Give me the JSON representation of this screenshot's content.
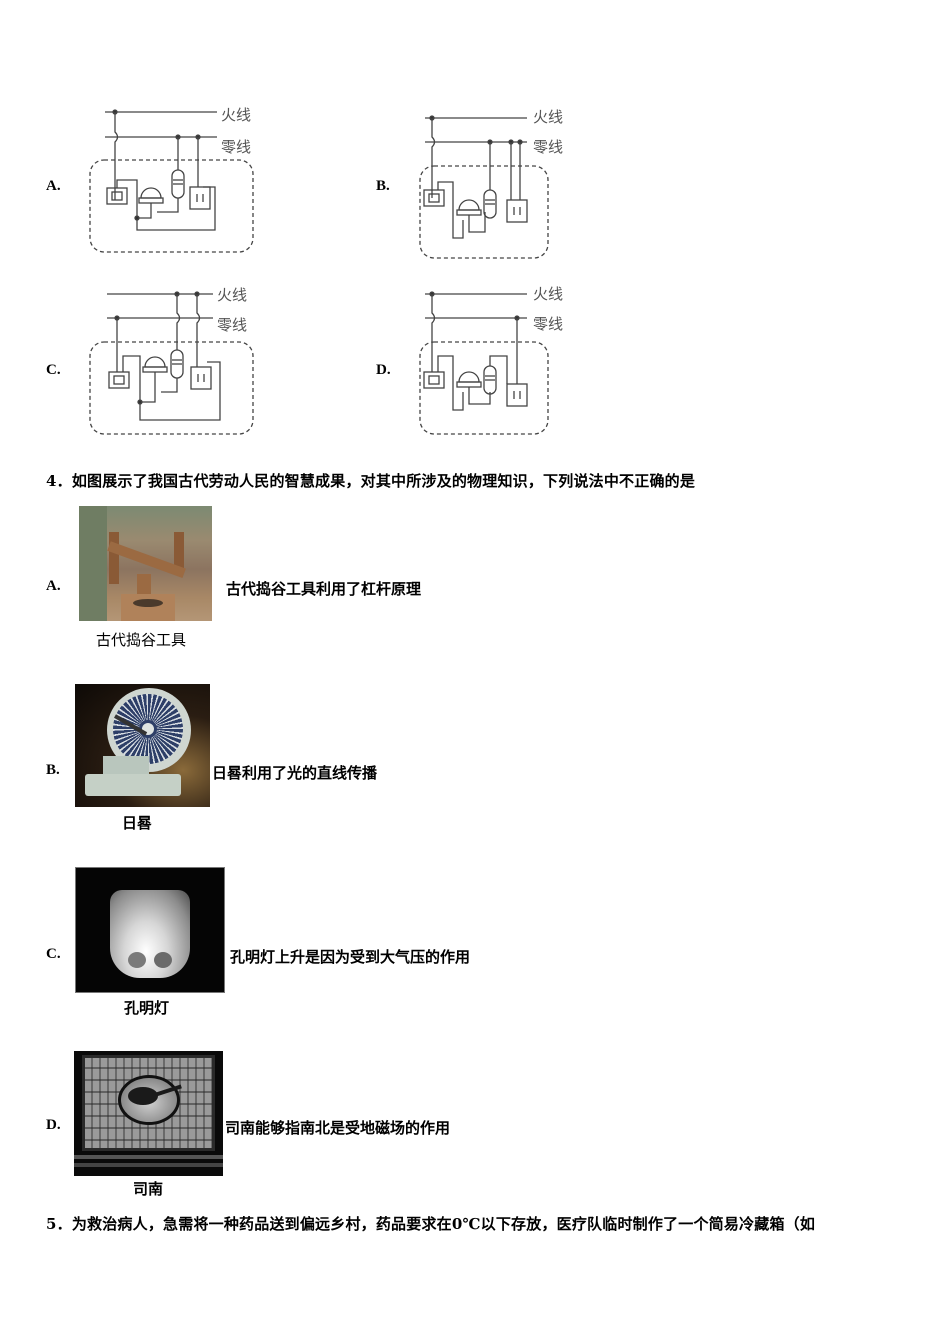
{
  "q3_options": {
    "A": {
      "label": "A.",
      "live_wire": "火线",
      "neutral_wire": "零线"
    },
    "B": {
      "label": "B.",
      "live_wire": "火线",
      "neutral_wire": "零线"
    },
    "C": {
      "label": "C.",
      "live_wire": "火线",
      "neutral_wire": "零线"
    },
    "D": {
      "label": "D.",
      "live_wire": "火线",
      "neutral_wire": "零线"
    }
  },
  "q4": {
    "stem": "4．如图展示了我国古代劳动人民的智慧成果，对其中所涉及的物理知识，下列说法中不正确的是",
    "options": [
      {
        "label": "A.",
        "caption": "古代捣谷工具",
        "text": "古代捣谷工具利用了杠杆原理"
      },
      {
        "label": "B.",
        "caption": "日晷",
        "text": "日晷利用了光的直线传播"
      },
      {
        "label": "C.",
        "caption": "孔明灯",
        "text": "孔明灯上升是因为受到大气压的作用"
      },
      {
        "label": "D.",
        "caption": "司南",
        "text": "司南能够指南北是受地磁场的作用"
      }
    ]
  },
  "q5": {
    "stem": "5．为救治病人，急需将一种药品送到偏远乡村，药品要求在0℃以下存放，医疗队临时制作了一个简易冷藏箱（如"
  }
}
